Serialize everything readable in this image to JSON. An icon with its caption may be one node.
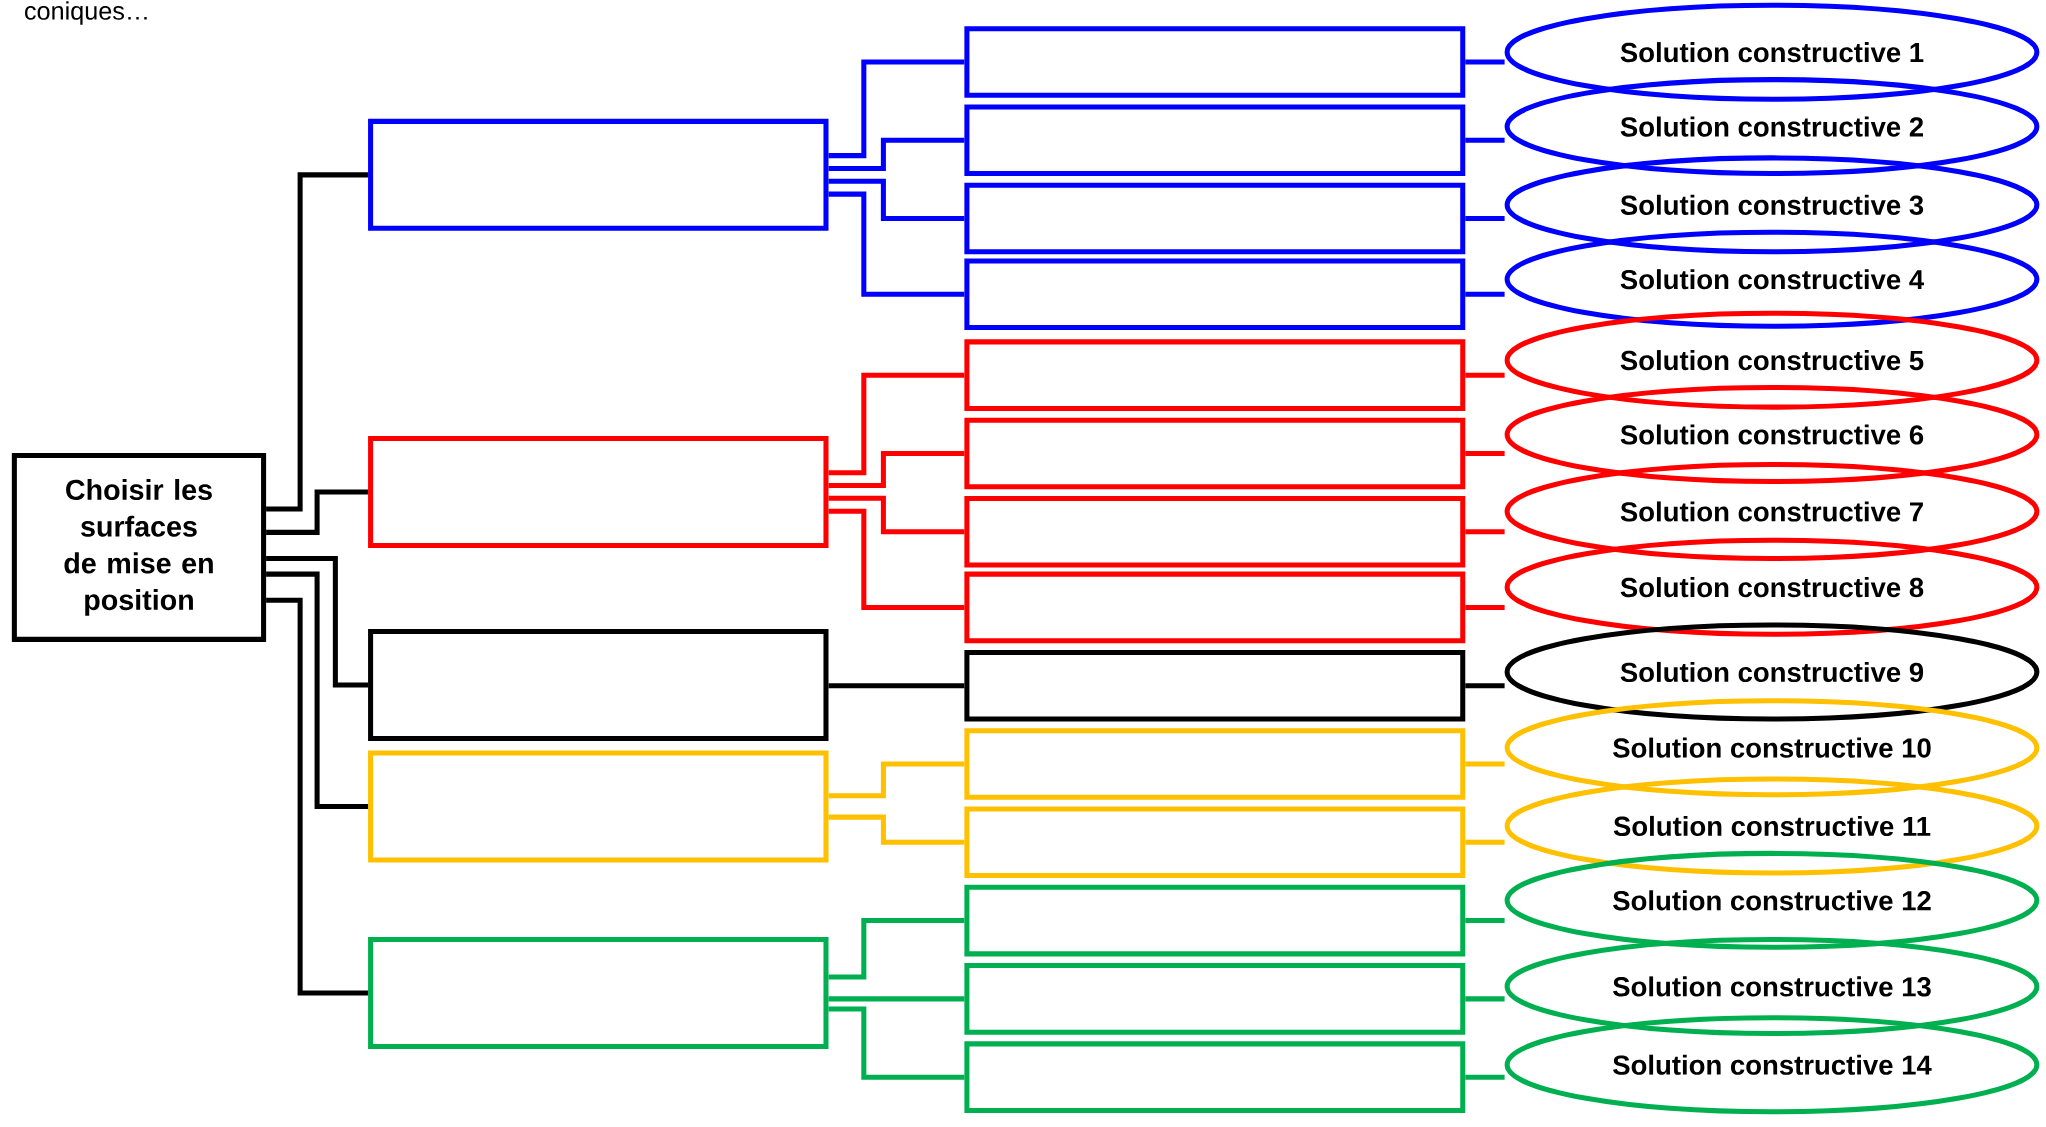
{
  "diagram": {
    "nodes": [
      {
        "text": [
          "Choisir les surfaces de mise en position"
        ]
      },
      {
        "text": [],
        "shape": "box"
      },
      {
        "text": [],
        "shape": "box"
      },
      {
        "text": [],
        "shape": "box"
      },
      {
        "text": [],
        "shape": "box"
      },
      {
        "text": [],
        "shape": "box"
      },
      {
        "text": [],
        "shape": "box"
      },
      {
        "text": [],
        "shape": "box"
      },
      {
        "text": [],
        "shape": "box"
      },
      {
        "text": [],
        "shape": "box"
      },
      {
        "text": [],
        "shape": "box"
      },
      {
        "text": [],
        "shape": "box"
      },
      {
        "text": [],
        "shape": "box"
      },
      {
        "text": [],
        "shape": "box"
      },
      {
        "text": [],
        "shape": "box"
      },
      {
        "text": [],
        "shape": "box"
      },
      {
        "text": [],
        "shape": "box"
      },
      {
        "text": [],
        "shape": "box"
      },
      {
        "text": [],
        "shape": "box"
      },
      {
        "text": [],
        "shape": "box"
      },
      {
        "text": [
          "Solution constructive 1"
        ]
      },
      {
        "text": [
          "Solution constructive 2"
        ]
      },
      {
        "text": [
          "Solution constructive 3"
        ]
      },
      {
        "text": [
          "Solution constructive 4"
        ]
      },
      {
        "text": [
          "Solution constructive 5"
        ]
      },
      {
        "text": [
          "Solution constructive 6"
        ]
      },
      {
        "text": [
          "Solution constructive 7"
        ]
      },
      {
        "text": [
          "Solution constructive 8"
        ]
      },
      {
        "text": [
          "Solution constructive 9"
        ]
      },
      {
        "text": [
          "Solution constructive 10"
        ]
      },
      {
        "text": [
          "Solution constructive 11"
        ]
      },
      {
        "text": [
          "Solution constructive 12"
        ]
      },
      {
        "text": [
          "Solution constructive 13"
        ]
      },
      {
        "text": [
          "Solution constructive 14"
        ]
      }
    ],
    "edges": [
      {
        "from": 0,
        "to": 1,
        "arrow": "none",
        "color": "#000000"
      },
      {
        "from": 0,
        "to": 2,
        "arrow": "none",
        "color": "#000000"
      },
      {
        "from": 0,
        "to": 3,
        "arrow": "none",
        "color": "#000000"
      },
      {
        "from": 0,
        "to": 4,
        "arrow": "none",
        "color": "#000000"
      },
      {
        "from": 0,
        "to": 5,
        "arrow": "none",
        "color": "#000000"
      },
      {
        "from": 1,
        "to": 6,
        "arrow": "none",
        "color": "#0000ff"
      },
      {
        "from": 1,
        "to": 7,
        "arrow": "none",
        "color": "#0000ff"
      },
      {
        "from": 1,
        "to": 8,
        "arrow": "none",
        "color": "#0000ff"
      },
      {
        "from": 1,
        "to": 9,
        "arrow": "none",
        "color": "#0000ff"
      },
      {
        "from": 2,
        "to": 10,
        "arrow": "none",
        "color": "#ff0000"
      },
      {
        "from": 2,
        "to": 11,
        "arrow": "none",
        "color": "#ff0000"
      },
      {
        "from": 2,
        "to": 12,
        "arrow": "none",
        "color": "#ff0000"
      },
      {
        "from": 2,
        "to": 13,
        "arrow": "none",
        "color": "#ff0000"
      },
      {
        "from": 3,
        "to": 14,
        "arrow": "none",
        "color": "#000000"
      },
      {
        "from": 4,
        "to": 15,
        "arrow": "none",
        "color": "#ffc000"
      },
      {
        "from": 4,
        "to": 16,
        "arrow": "none",
        "color": "#ffc000"
      },
      {
        "from": 5,
        "to": 17,
        "arrow": "none",
        "color": "#00b050"
      },
      {
        "from": 5,
        "to": 18,
        "arrow": "none",
        "color": "#00b050"
      },
      {
        "from": 5,
        "to": 19,
        "arrow": "none",
        "color": "#00b050"
      },
      {
        "from": 6,
        "to": 20,
        "arrow": "none",
        "color": "#0000ff"
      },
      {
        "from": 7,
        "to": 21,
        "arrow": "none",
        "color": "#0000ff"
      },
      {
        "from": 8,
        "to": 22,
        "arrow": "none",
        "color": "#0000ff"
      },
      {
        "from": 9,
        "to": 23,
        "arrow": "none",
        "color": "#0000ff"
      },
      {
        "from": 10,
        "to": 24,
        "arrow": "none",
        "color": "#ff0000"
      },
      {
        "from": 11,
        "to": 25,
        "arrow": "none",
        "color": "#ff0000"
      },
      {
        "from": 12,
        "to": 26,
        "arrow": "none",
        "color": "#ff0000"
      },
      {
        "from": 13,
        "to": 27,
        "arrow": "none",
        "color": "#ff0000"
      },
      {
        "from": 14,
        "to": 28,
        "arrow": "none",
        "color": "#000000"
      },
      {
        "from": 15,
        "to": 29,
        "arrow": "none",
        "color": "#ffc000"
      },
      {
        "from": 16,
        "to": 30,
        "arrow": "none",
        "color": "#ffc000"
      },
      {
        "from": 17,
        "to": 31,
        "arrow": "none",
        "color": "#00b050"
      },
      {
        "from": 18,
        "to": 32,
        "arrow": "none",
        "color": "#00b050"
      },
      {
        "from": 19,
        "to": 33,
        "arrow": "none",
        "color": "#00b050"
      }
    ],
    "labels": [
      "coniques…"
    ]
  }
}
